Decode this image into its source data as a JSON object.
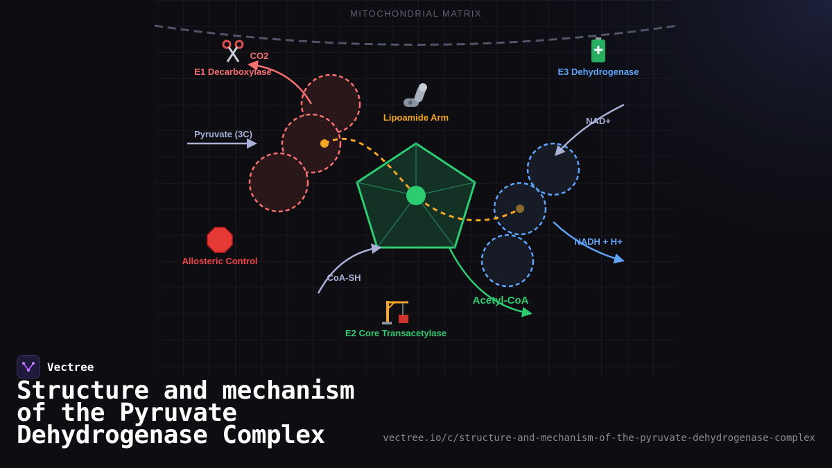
{
  "diagram": {
    "region_label": "MITOCHONDRIAL MATRIX",
    "e1": {
      "name": "E1 Decarboxylase",
      "icon": "scissors-icon",
      "product": "CO2",
      "color": "#f87171"
    },
    "e2": {
      "name": "E2 Core Transacetylase",
      "icon": "crane-icon",
      "color": "#2ecc71"
    },
    "e3": {
      "name": "E3 Dehydrogenase",
      "icon": "battery-icon",
      "color": "#60a5fa"
    },
    "lipoamide": {
      "name": "Lipoamide Arm",
      "icon": "mechanical-arm-icon",
      "color": "#f5a623"
    },
    "allosteric": {
      "name": "Allosteric Control",
      "icon": "stop-sign-icon",
      "color": "#ef4444"
    },
    "substrates": {
      "pyruvate": "Pyruvate (3C)",
      "coa": "CoA-SH",
      "nad": "NAD+",
      "nadh": "NADH + H+",
      "acetyl_coa": "Acetyl-CoA"
    }
  },
  "footer": {
    "brand": "Vectree",
    "title": "Structure and mechanism of the Pyruvate Dehydrogenase Complex",
    "url": "vectree.io/c/structure-and-mechanism-of-the-pyruvate-dehydrogenase-complex"
  }
}
